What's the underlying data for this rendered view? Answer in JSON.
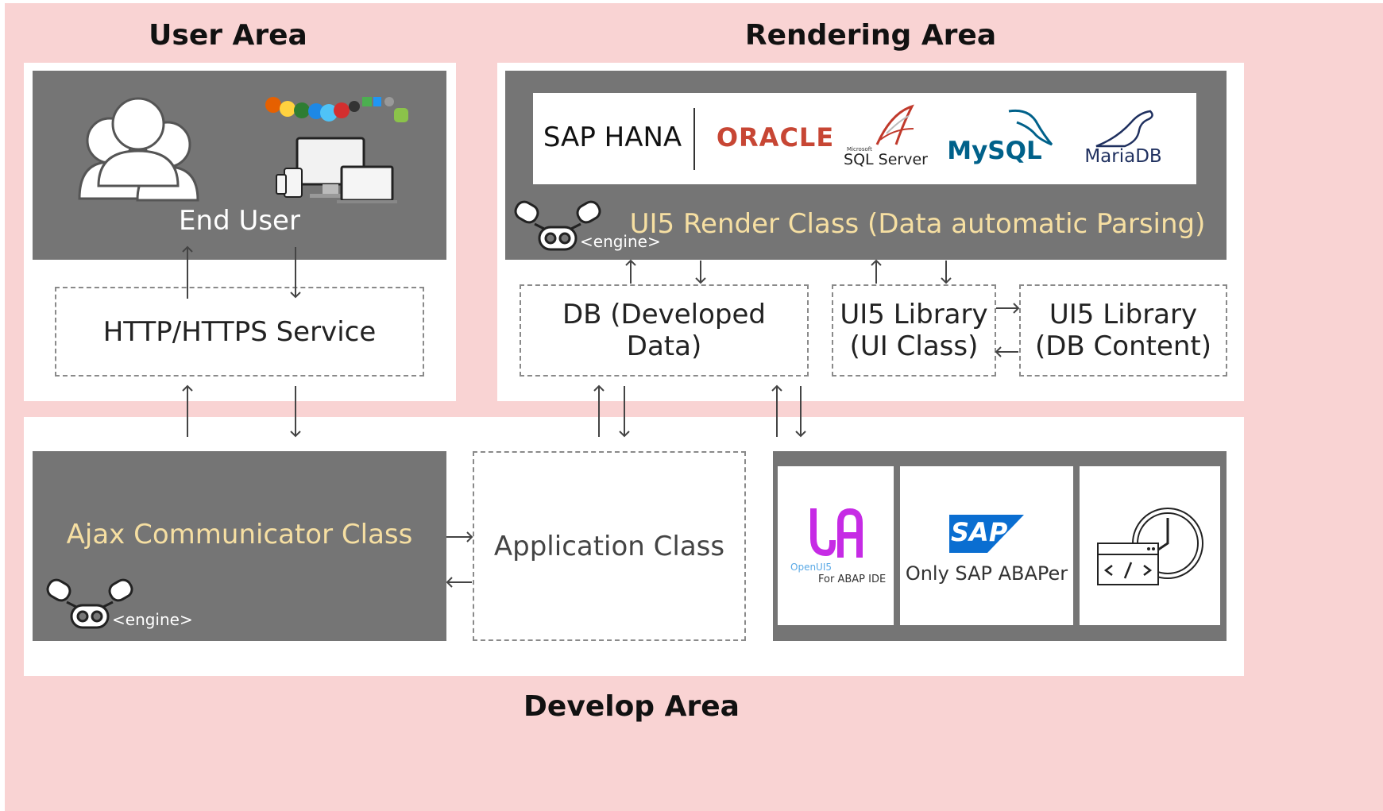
{
  "areas": {
    "user": "User Area",
    "rendering": "Rendering Area",
    "develop": "Develop Area"
  },
  "user_area": {
    "end_user": "End User",
    "http_service": "HTTP/HTTPS Service"
  },
  "rendering_area": {
    "db_logos": [
      "SAP HANA",
      "ORACLE",
      "Microsoft",
      "SQL Server",
      "MySQL",
      "MariaDB"
    ],
    "render_class": "UI5 Render Class (Data automatic Parsing)",
    "engine_tag": "<engine>",
    "db_box": "DB (Developed Data)",
    "ui_library_line1": "UI5 Library",
    "ui_library_line2": "(UI Class)",
    "db_library_line1": "UI5 Library",
    "db_library_line2": "(DB Content)"
  },
  "develop_area": {
    "ajax_class": "Ajax Communicator Class",
    "engine_tag": "<engine>",
    "application_class": "Application Class",
    "openui5_label": "OpenUI5",
    "openui5_sub": "For ABAP IDE",
    "sap_logo": "SAP",
    "sap_caption": "Only SAP ABAPer"
  },
  "colors": {
    "pink": "#f9d3d3",
    "panel_gray": "#757575",
    "yellow_text": "#f6dfa2",
    "oracle_red": "#c74634",
    "mysql_blue": "#00618a",
    "mysql_orange": "#e48e00",
    "sap_blue": "#0a6ed1",
    "openui5_purple": "#c62be5",
    "mariadb_blue": "#1f305f"
  }
}
